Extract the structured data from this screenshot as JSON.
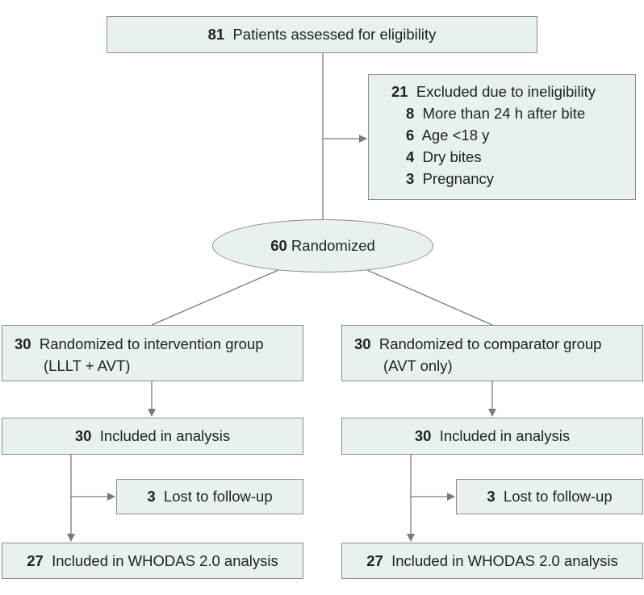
{
  "assessed": {
    "n": "81",
    "label": "Patients assessed for eligibility"
  },
  "excluded": {
    "n": "21",
    "label": "Excluded due to ineligibility",
    "reasons": [
      {
        "n": "8",
        "label": "More than 24 h after bite"
      },
      {
        "n": "6",
        "label": "Age <18 y"
      },
      {
        "n": "4",
        "label": "Dry bites"
      },
      {
        "n": "3",
        "label": "Pregnancy"
      }
    ]
  },
  "randomized": {
    "n": "60",
    "label": "Randomized"
  },
  "intervention": {
    "allocated": {
      "n": "30",
      "line1": "Randomized to intervention group",
      "line2": "(LLLT + AVT)"
    },
    "analysis": {
      "n": "30",
      "label": "Included in analysis"
    },
    "lost": {
      "n": "3",
      "label": "Lost to follow-up"
    },
    "whodas": {
      "n": "27",
      "label": "Included in WHODAS 2.0 analysis"
    }
  },
  "comparator": {
    "allocated": {
      "n": "30",
      "line1": "Randomized to comparator group",
      "line2": "(AVT only)"
    },
    "analysis": {
      "n": "30",
      "label": "Included in analysis"
    },
    "lost": {
      "n": "3",
      "label": "Lost to follow-up"
    },
    "whodas": {
      "n": "27",
      "label": "Included in WHODAS 2.0 analysis"
    }
  },
  "colors": {
    "box_fill": "#e8f0f1",
    "line": "#7a7a7a"
  }
}
